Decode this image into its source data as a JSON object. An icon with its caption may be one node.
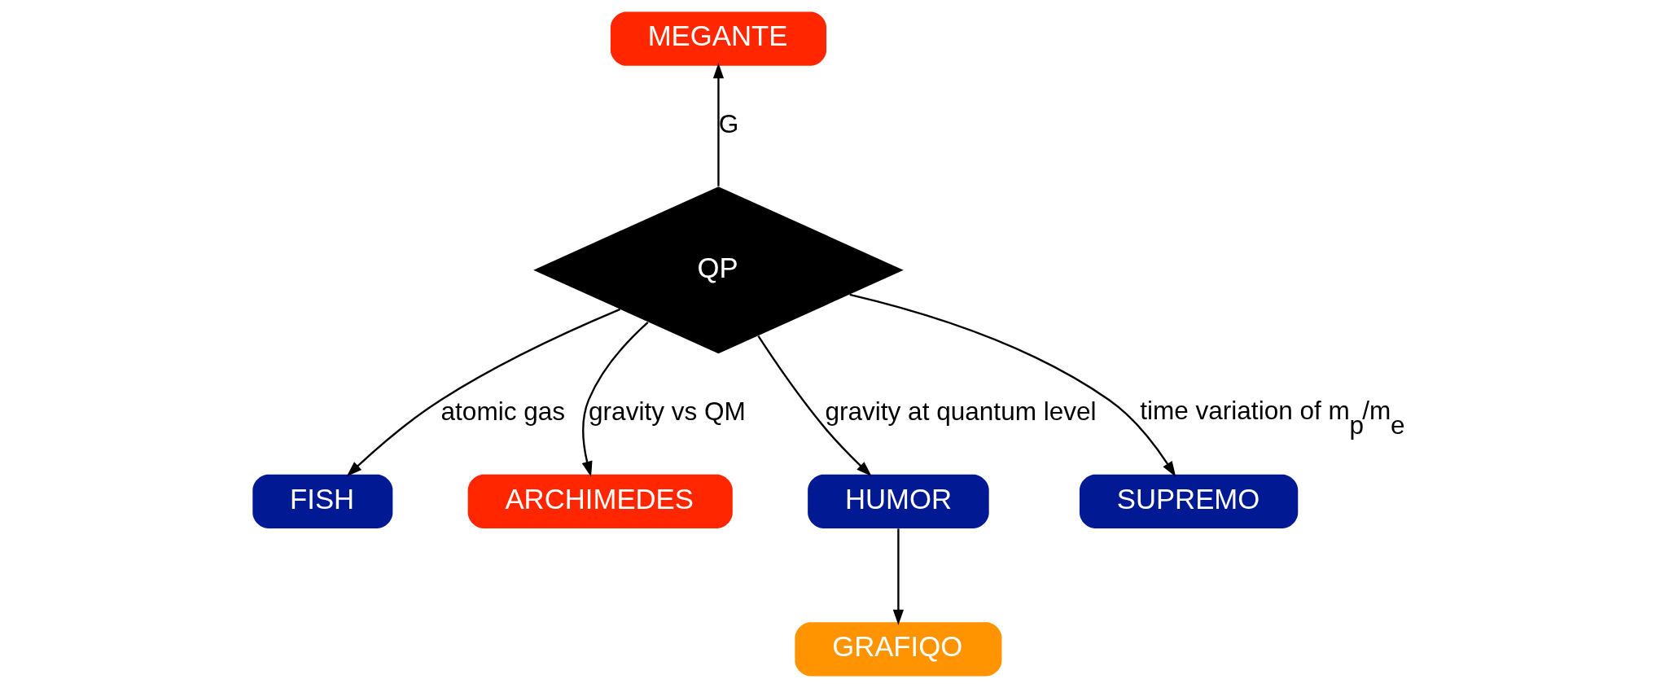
{
  "diagram": {
    "nodes": [
      {
        "text": [
          "MEGANTE"
        ]
      },
      {
        "text": [
          "QP"
        ]
      },
      {
        "text": [
          "FISH"
        ]
      },
      {
        "text": [
          "ARCHIMEDES"
        ]
      },
      {
        "text": [
          "HUMOR"
        ]
      },
      {
        "text": [
          "GRAFIQO"
        ]
      },
      {
        "text": [
          "SUPREMO"
        ]
      }
    ],
    "edges": [
      {
        "from": 1,
        "to": 0,
        "arrow": "to",
        "label": "G"
      },
      {
        "from": 1,
        "to": 2,
        "arrow": "to",
        "label": "atomic gas"
      },
      {
        "from": 1,
        "to": 3,
        "arrow": "to",
        "label": "gravity vs QM"
      },
      {
        "from": 1,
        "to": 4,
        "arrow": "to",
        "label": "gravity at quantum level"
      },
      {
        "from": 1,
        "to": 6,
        "arrow": "to",
        "label": "time variation of m$_{p}$/m$_{e}$"
      },
      {
        "from": 4,
        "to": 5,
        "arrow": "to"
      }
    ]
  }
}
